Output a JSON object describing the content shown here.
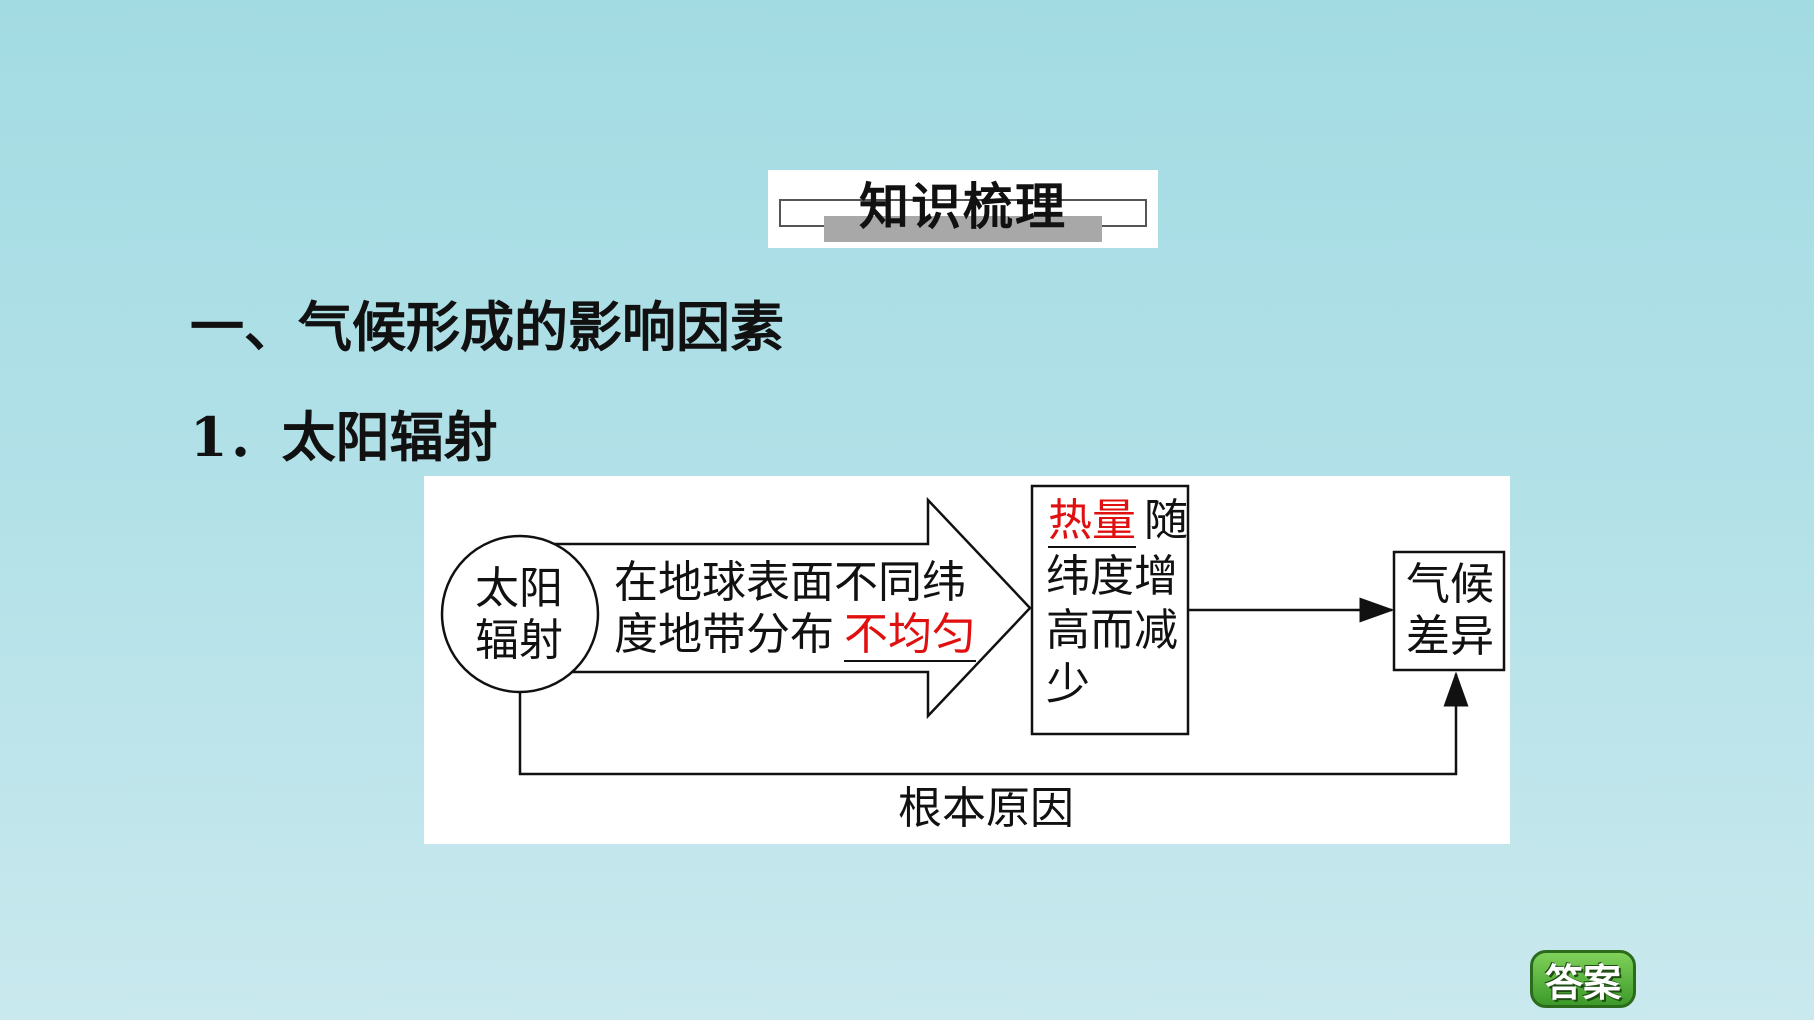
{
  "badge": {
    "title": "知识梳理"
  },
  "section": {
    "heading": "一、气候形成的影响因素",
    "subheading": "1．太阳辐射"
  },
  "diagram": {
    "circle": {
      "line1": "太阳",
      "line2": "辐射"
    },
    "arrow": {
      "line1": "在地球表面不同纬",
      "line2_prefix": "度地带分布",
      "line2_answer": "不均匀"
    },
    "middle_box": {
      "answer": "热量",
      "line1_suffix": "随",
      "line2": "纬度增",
      "line3": "高而减",
      "line4": "少"
    },
    "result_box": {
      "line1": "气候",
      "line2": "差异"
    },
    "bottom_label": "根本原因"
  },
  "answer_button": {
    "label": "答案"
  }
}
